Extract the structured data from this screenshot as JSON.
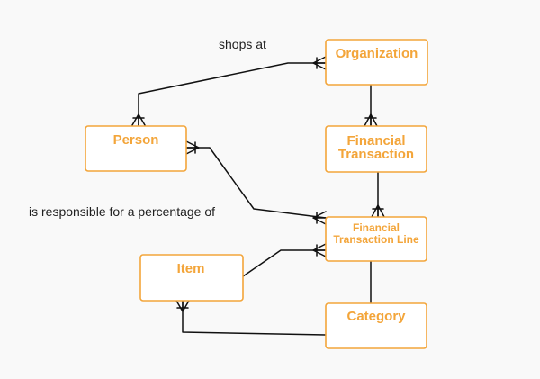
{
  "diagram": {
    "entities": {
      "organization": "Organization",
      "person": "Person",
      "financial_transaction": [
        "Financial",
        "Transaction"
      ],
      "financial_transaction_line": [
        "Financial",
        "Transaction Line"
      ],
      "item": "Item",
      "category": "Category"
    },
    "relationship_labels": {
      "shops_at": "shops at",
      "responsible_for": "is responsible for a percentage of"
    },
    "colors": {
      "background": "#f9f9f9",
      "entity_border": "#f3a53a",
      "entity_text": "#f3a53a",
      "line": "#111111",
      "label_text": "#1f1f1f"
    }
  }
}
